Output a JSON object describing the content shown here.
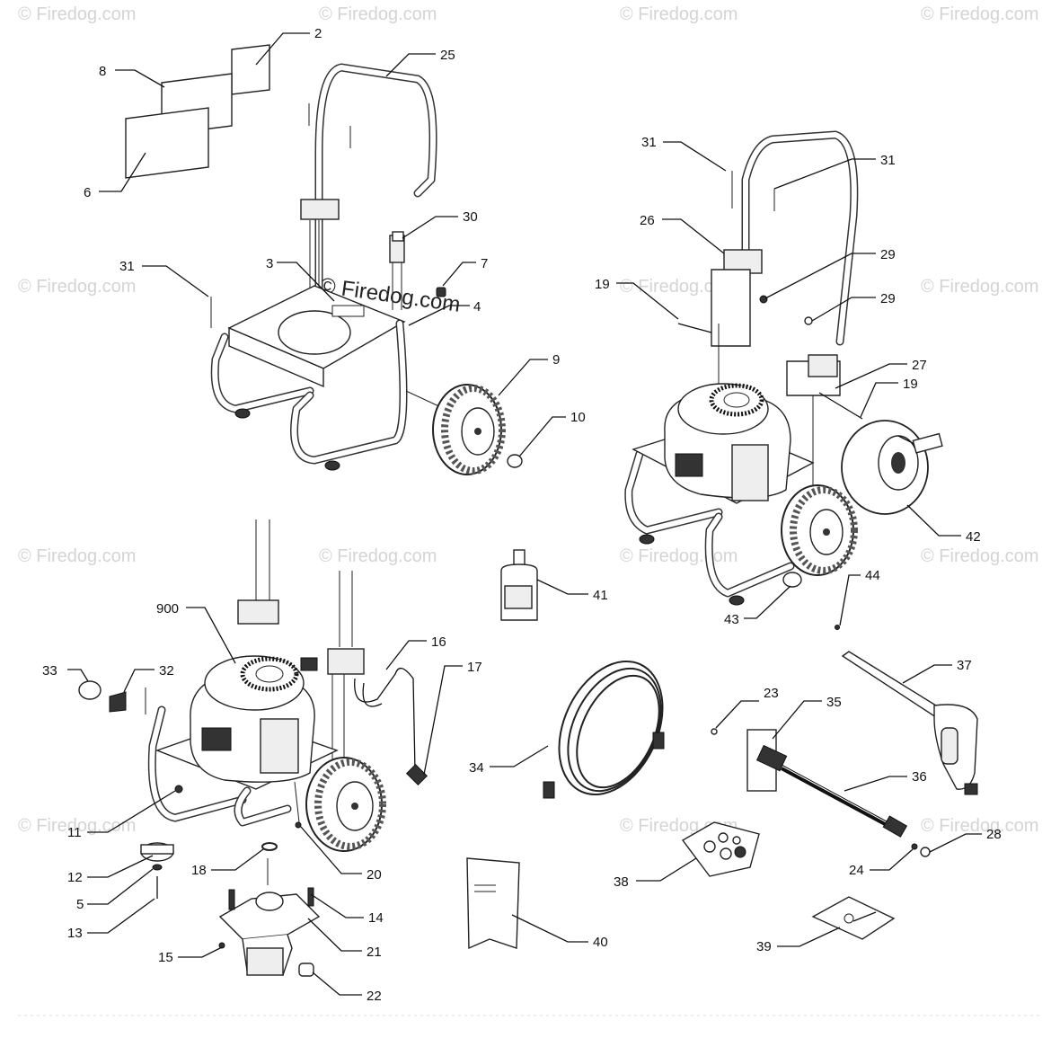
{
  "watermark": {
    "text": "© Firedog.com",
    "center_text": "© Firedog.com"
  },
  "labels": [
    "2",
    "8",
    "6",
    "25",
    "30",
    "31",
    "3",
    "7",
    "4",
    "9",
    "10",
    "31",
    "31",
    "26",
    "29",
    "29",
    "19",
    "27",
    "19",
    "42",
    "41",
    "44",
    "43",
    "900",
    "16",
    "17",
    "33",
    "32",
    "11",
    "12",
    "5",
    "13",
    "18",
    "20",
    "14",
    "21",
    "15",
    "22",
    "34",
    "23",
    "35",
    "37",
    "36",
    "38",
    "28",
    "24",
    "40",
    "39"
  ],
  "icons": {
    "frame": "frame-icon",
    "wheel": "wheel-icon",
    "engine": "engine-icon",
    "pump": "pump-icon",
    "hose": "hose-icon",
    "spray_gun": "spray-gun-icon",
    "wand": "wand-icon",
    "oil_bottle": "oil-bottle-icon",
    "manual": "manual-icon",
    "hose_reel": "hose-reel-icon",
    "decal": "decal-icon",
    "nozzle_kit": "nozzle-kit-icon"
  }
}
